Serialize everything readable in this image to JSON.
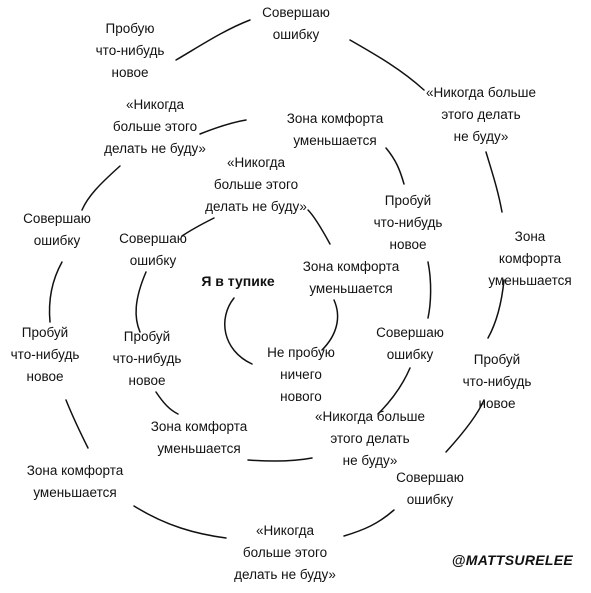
{
  "diagram": {
    "center": "Я в тупике",
    "loop1": {
      "a": "Не пробую\nничего\nнового",
      "b": "Зона комфорта\nуменьшается"
    },
    "loop2": {
      "a": "«Никогда\nбольше этого\nделать не буду»",
      "b": "Совершаю\nошибку",
      "c": "Пробуй\nчто-нибудь\nновое",
      "d": "Зона комфорта\nуменьшается",
      "e": "«Никогда больше\nэтого делать\nне буду»",
      "f": "Совершаю\nошибку",
      "g": "Пробуй\nчто-нибудь\nновое",
      "h": "Зона комфорта\nуменьшается"
    },
    "loop3": {
      "a": "«Никогда\nбольше этого\nделать не буду»",
      "b": "Совершаю\nошибку",
      "c": "Пробуй\nчто-нибудь\nновое",
      "d": "Зона комфорта\nуменьшается",
      "e": "«Никогда\nбольше этого\nделать не буду»",
      "f": "Совершаю\nошибку",
      "g": "Пробуй\nчто-нибудь\nновое",
      "h": "Зона комфорта\nуменьшается",
      "i": "«Никогда больше\nэтого делать\nне буду»",
      "j": "Совершаю\nошибку",
      "k": "Пробую\nчто-нибудь\nновое"
    },
    "credit": "@MATTSURELEE"
  }
}
